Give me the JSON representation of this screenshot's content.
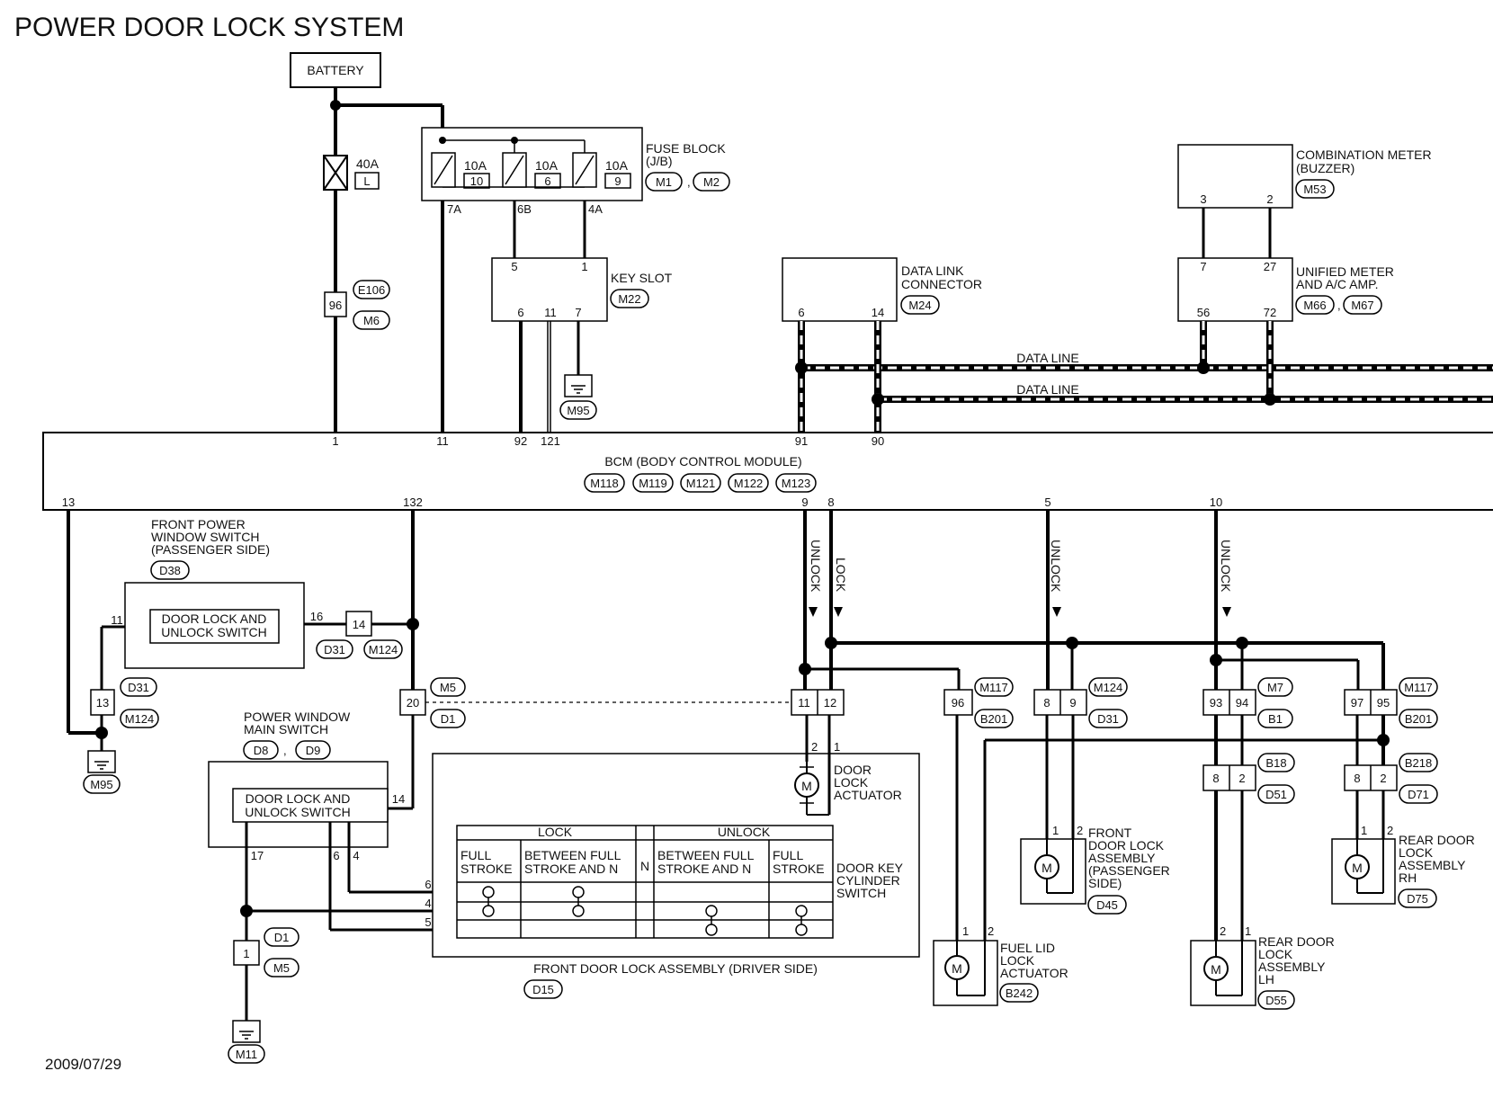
{
  "title": "POWER DOOR LOCK SYSTEM",
  "date": "2009/07/29",
  "battery": "BATTERY",
  "fuse_40a": {
    "rating": "40A",
    "code": "L"
  },
  "fuse_block": {
    "label": [
      "FUSE BLOCK",
      "(J/B)"
    ],
    "connectors": [
      "M1",
      "M2"
    ],
    "fuses": [
      {
        "rating": "10A",
        "num": "10",
        "pin": "7A"
      },
      {
        "rating": "10A",
        "num": "6",
        "pin": "6B"
      },
      {
        "rating": "10A",
        "num": "9",
        "pin": "4A"
      }
    ]
  },
  "e106_joint": {
    "pin": "96",
    "connectors": [
      "E106",
      "M6"
    ]
  },
  "key_slot": {
    "label": "KEY SLOT",
    "connector": "M22",
    "pins_top": [
      "5",
      "1"
    ],
    "pins_bottom": [
      "6",
      "11",
      "7"
    ]
  },
  "ground_labels": [
    "M95",
    "M95",
    "M11"
  ],
  "data_link": {
    "label": [
      "DATA LINK",
      "CONNECTOR"
    ],
    "connector": "M24",
    "pins": [
      "6",
      "14"
    ]
  },
  "combo_meter": {
    "label": [
      "COMBINATION METER",
      "(BUZZER)"
    ],
    "connector": "M53",
    "pins": [
      "3",
      "2"
    ]
  },
  "meter_amp": {
    "label": [
      "UNIFIED METER",
      "AND A/C AMP."
    ],
    "connectors": [
      "M66",
      "M67"
    ],
    "pins_top": [
      "7",
      "27"
    ],
    "pins_bottom": [
      "56",
      "72"
    ]
  },
  "data_line_labels": [
    "DATA LINE",
    "DATA LINE"
  ],
  "bcm": {
    "label": "BCM (BODY CONTROL MODULE)",
    "connectors": [
      "M118",
      "M119",
      "M121",
      "M122",
      "M123"
    ],
    "top_pins": [
      "1",
      "11",
      "92",
      "121",
      "91",
      "90"
    ],
    "bottom_pins": [
      "13",
      "132",
      "9",
      "8",
      "5",
      "10"
    ]
  },
  "fpws": {
    "label": [
      "FRONT POWER",
      "WINDOW SWITCH",
      "(PASSENGER SIDE)"
    ],
    "connector": "D38",
    "switch_label": [
      "DOOR LOCK AND",
      "UNLOCK SWITCH"
    ],
    "pins": [
      "11",
      "16"
    ]
  },
  "pwms": {
    "label": [
      "POWER WINDOW",
      "MAIN SWITCH"
    ],
    "connectors": [
      "D8",
      "D9"
    ],
    "switch_label": [
      "DOOR LOCK AND",
      "UNLOCK SWITCH"
    ],
    "pins": [
      "14",
      "17",
      "6",
      "4"
    ]
  },
  "joints": [
    {
      "pins": [
        "14"
      ],
      "connectors": [
        "D31",
        "M124"
      ]
    },
    {
      "pins": [
        "13"
      ],
      "connectors": [
        "D31",
        "M124"
      ]
    },
    {
      "pins": [
        "20"
      ],
      "connectors": [
        "M5",
        "D1"
      ]
    },
    {
      "pins": [
        "1"
      ],
      "connectors": [
        "D1",
        "M5"
      ]
    },
    {
      "pins": [
        "11",
        "12"
      ],
      "connectors": []
    },
    {
      "pins": [
        "96"
      ],
      "connectors": [
        "M117",
        "B201"
      ]
    },
    {
      "pins": [
        "8",
        "9"
      ],
      "connectors": [
        "M124",
        "D31"
      ]
    },
    {
      "pins": [
        "93",
        "94"
      ],
      "connectors": [
        "M7",
        "B1"
      ]
    },
    {
      "pins": [
        "97",
        "95"
      ],
      "connectors": [
        "M117",
        "B201"
      ]
    },
    {
      "pins": [
        "8",
        "2"
      ],
      "connectors": [
        "B18",
        "D51"
      ]
    },
    {
      "pins": [
        "8",
        "2"
      ],
      "connectors": [
        "B218",
        "D71"
      ]
    }
  ],
  "signals": [
    "UNLOCK",
    "LOCK",
    "UNLOCK",
    "UNLOCK"
  ],
  "door_actuator": {
    "label": [
      "DOOR",
      "LOCK",
      "ACTUATOR"
    ],
    "pins": [
      "2",
      "1"
    ],
    "motor": "M"
  },
  "front_door_assy": {
    "label": "FRONT DOOR LOCK ASSEMBLY (DRIVER SIDE)",
    "connector": "D15"
  },
  "key_cylinder": {
    "label": [
      "DOOR KEY",
      "CYLINDER",
      "SWITCH"
    ],
    "lock": "LOCK",
    "unlock": "UNLOCK",
    "n": "N",
    "cols": [
      [
        "FULL",
        "STROKE"
      ],
      [
        "BETWEEN FULL",
        "STROKE AND N"
      ],
      [
        "BETWEEN FULL",
        "STROKE AND N"
      ],
      [
        "FULL",
        "STROKE"
      ]
    ],
    "pins": [
      "6",
      "4",
      "5"
    ]
  },
  "fuel_lid": {
    "label": [
      "FUEL LID",
      "LOCK",
      "ACTUATOR"
    ],
    "connector": "B242",
    "pins": [
      "1",
      "2"
    ],
    "motor": "M"
  },
  "front_door_pass": {
    "label": [
      "FRONT",
      "DOOR LOCK",
      "ASSEMBLY",
      "(PASSENGER",
      "SIDE)"
    ],
    "connector": "D45",
    "pins": [
      "1",
      "2"
    ],
    "motor": "M"
  },
  "rear_lh": {
    "label": [
      "REAR DOOR",
      "LOCK",
      "ASSEMBLY",
      "LH"
    ],
    "connector": "D55",
    "pins": [
      "2",
      "1"
    ],
    "motor": "M"
  },
  "rear_rh": {
    "label": [
      "REAR DOOR",
      "LOCK",
      "ASSEMBLY",
      "RH"
    ],
    "connector": "D75",
    "pins": [
      "1",
      "2"
    ],
    "motor": "M"
  }
}
